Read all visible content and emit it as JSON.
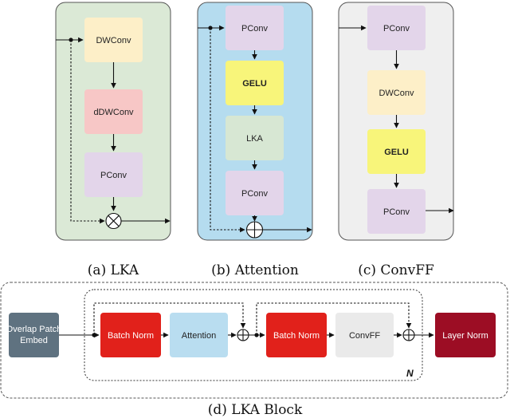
{
  "panels": {
    "lka": {
      "caption": "(a) LKA",
      "blocks": [
        "DWConv",
        "dDWConv",
        "PConv"
      ],
      "colors": [
        "#fdefc8",
        "#f7c7c6",
        "#e3d5ea"
      ],
      "bg": "#dbe9d6"
    },
    "attention": {
      "caption": "(b) Attention",
      "blocks": [
        "PConv",
        "GELU",
        "LKA",
        "PConv"
      ],
      "colors": [
        "#e3d5ea",
        "#f8f57a",
        "#d7e7d3",
        "#e3d5ea"
      ],
      "bg": "#b5dcef"
    },
    "convff": {
      "caption": "(c) ConvFF",
      "blocks": [
        "PConv",
        "DWConv",
        "GELU",
        "PConv"
      ],
      "colors": [
        "#e3d5ea",
        "#fdefc8",
        "#f8f57a",
        "#e3d5ea"
      ],
      "bg": "#efefef"
    },
    "block": {
      "caption": "(d) LKA Block",
      "embed": "Overlap Patch Embed",
      "embed_lines": [
        "Overlap Patch",
        "Embed"
      ],
      "bn1": "Batch Norm",
      "attention": "Attention",
      "bn2": "Batch Norm",
      "convff": "ConvFF",
      "ln": "Layer Norm",
      "repeat": "N",
      "colors": {
        "embed": "#5f7280",
        "bn": "#e1211b",
        "attention": "#b9ddf0",
        "convff": "#eaeaea",
        "ln": "#9c0d24"
      }
    }
  }
}
